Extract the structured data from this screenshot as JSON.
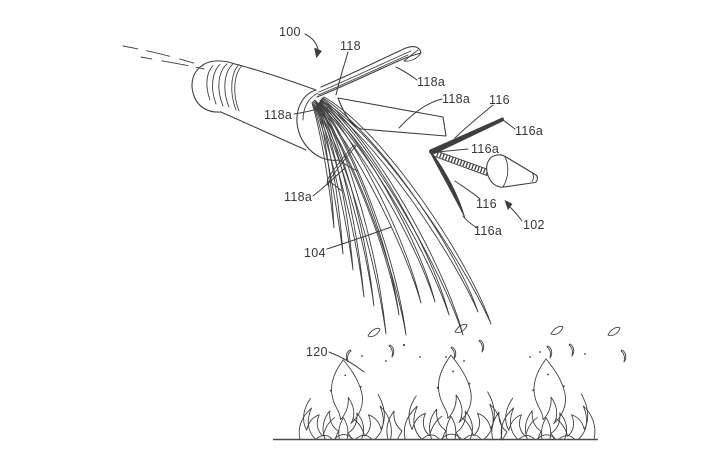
{
  "figure": {
    "background_color": "#ffffff",
    "line_color": "#3f3f3f",
    "label_color": "#363636",
    "labels": {
      "device_100": "100",
      "dart_102": "102",
      "streamers_104": "104",
      "fin_116_upper": "116",
      "fin_116_lower": "116",
      "fin_tip_116a_upper": "116a",
      "fin_tip_116a_middle": "116a",
      "fin_tip_116a_lower": "116a",
      "streamer_118": "118",
      "streamer_tip_118a_top": "118a",
      "streamer_tip_118a_right": "118a",
      "streamer_tip_118a_left": "118a",
      "streamer_tip_118a_bottom": "118a",
      "fire_120": "120"
    }
  }
}
